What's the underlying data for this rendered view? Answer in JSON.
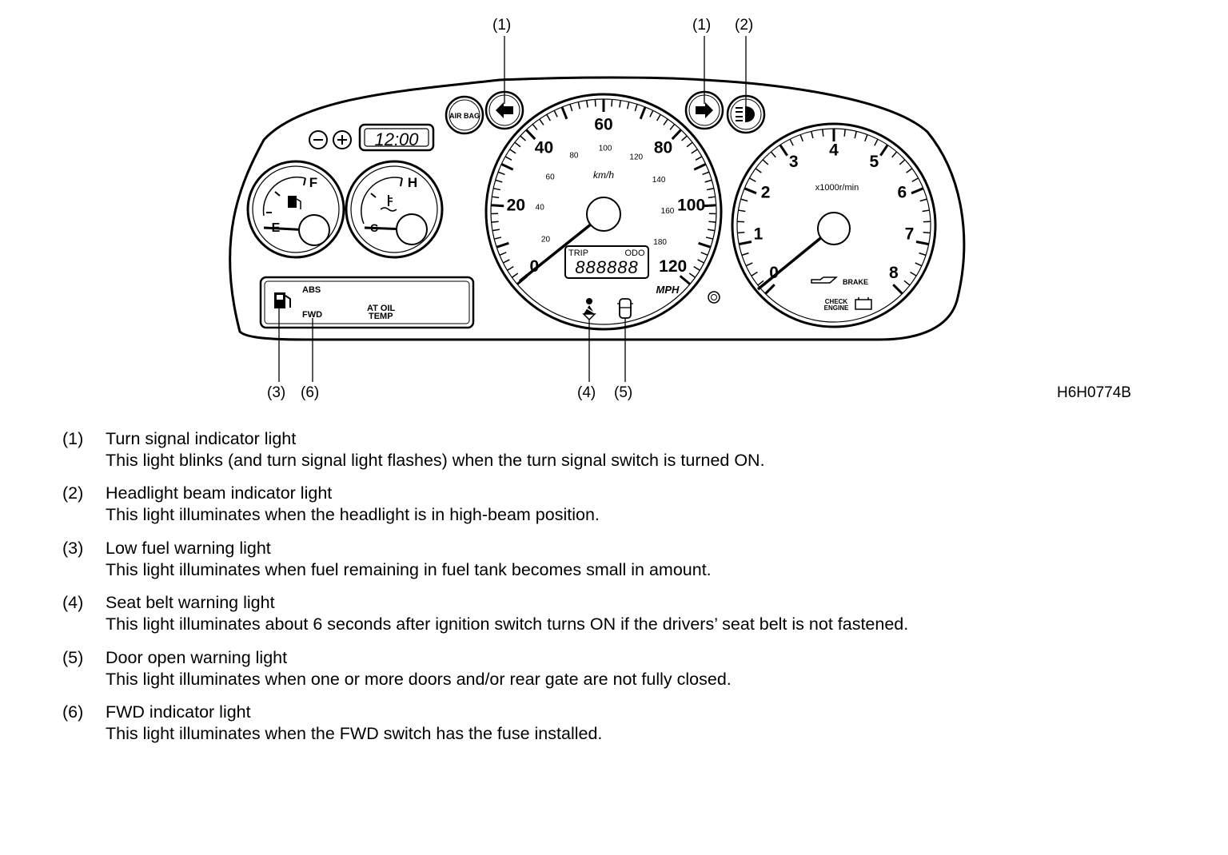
{
  "figure": {
    "code": "H6H0774B",
    "callouts": [
      {
        "label": "(1)"
      },
      {
        "label": "(1)"
      },
      {
        "label": "(2)"
      },
      {
        "label": "(3)"
      },
      {
        "label": "(6)"
      },
      {
        "label": "(4)"
      },
      {
        "label": "(5)"
      }
    ],
    "cluster": {
      "clock": "12:00",
      "airbag": "AIR BAG",
      "fuel_gauge": {
        "full": "F",
        "empty": "E"
      },
      "temp_gauge": {
        "hot": "H",
        "cold": "C"
      },
      "warning_panel": {
        "abs": "ABS",
        "fwd": "FWD",
        "at_oil_temp_1": "AT OIL",
        "at_oil_temp_2": "TEMP"
      },
      "speedometer": {
        "mph_labels": [
          "0",
          "20",
          "40",
          "60",
          "80",
          "100",
          "120"
        ],
        "kmh_labels": [
          "20",
          "40",
          "60",
          "80",
          "100",
          "120",
          "140",
          "160",
          "180"
        ],
        "kmh_unit": "km/h",
        "mph_unit": "MPH",
        "trip": "TRIP",
        "odo": "ODO",
        "display": "888888"
      },
      "tachometer": {
        "labels": [
          "0",
          "1",
          "2",
          "3",
          "4",
          "5",
          "6",
          "7",
          "8"
        ],
        "unit": "x1000r/min",
        "brake": "BRAKE",
        "check_engine_1": "CHECK",
        "check_engine_2": "ENGINE"
      }
    }
  },
  "legend": [
    {
      "num": "(1)",
      "title": "Turn signal indicator light",
      "desc": "This light blinks (and turn signal light flashes) when the turn signal switch is turned ON."
    },
    {
      "num": "(2)",
      "title": "Headlight beam indicator light",
      "desc": "This light illuminates when the headlight is in high-beam position."
    },
    {
      "num": "(3)",
      "title": "Low fuel warning light",
      "desc": "This light illuminates when fuel remaining in fuel tank becomes small in amount."
    },
    {
      "num": "(4)",
      "title": "Seat belt warning light",
      "desc": "This light illuminates about 6 seconds after ignition switch turns ON if the drivers’ seat belt is not fastened."
    },
    {
      "num": "(5)",
      "title": "Door open warning light",
      "desc": "This light illuminates when one or more doors and/or rear gate are not fully closed."
    },
    {
      "num": "(6)",
      "title": "FWD indicator light",
      "desc": "This light illuminates when the FWD switch has the fuse installed."
    }
  ]
}
